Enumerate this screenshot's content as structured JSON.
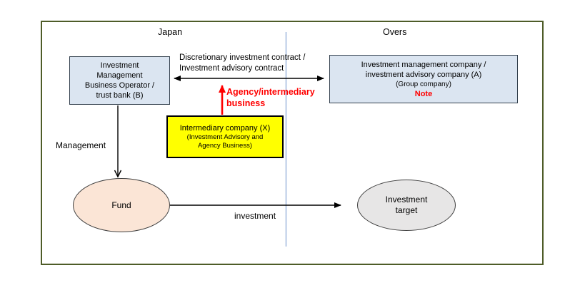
{
  "colors": {
    "frame_border": "#4e5c28",
    "divider_line": "#a6bcdf",
    "box_blue_fill": "#dbe5f1",
    "yellow_fill": "#ffff00",
    "fund_fill": "#fbe5d6",
    "target_fill": "#e7e6e6",
    "accent_red": "#ff0000",
    "arrow_black": "#000000"
  },
  "regions": {
    "left_label": "Japan",
    "right_label": "Overs"
  },
  "nodes": {
    "operator_b": {
      "line1": "Investment",
      "line2": "Management",
      "line3": "Business Operator /",
      "line4": "trust bank (B)"
    },
    "company_a": {
      "line1": "Investment management company /",
      "line2": "investment advisory company (A)",
      "line3": "(Group company)",
      "note": "Note"
    },
    "intermediary_x": {
      "title": "Intermediary company (X)",
      "subtitle_line1": "(Investment Advisory and",
      "subtitle_line2": "Agency Business)"
    },
    "fund": {
      "label": "Fund"
    },
    "investment_target": {
      "line1": "Investment",
      "line2": "target"
    }
  },
  "edges": {
    "contract_line1": "Discretionary investment contract /",
    "contract_line2": "Investment advisory contract",
    "agency_line1": "Agency/intermediary",
    "agency_line2": "business",
    "management_label": "Management",
    "investment_label": "investment"
  }
}
